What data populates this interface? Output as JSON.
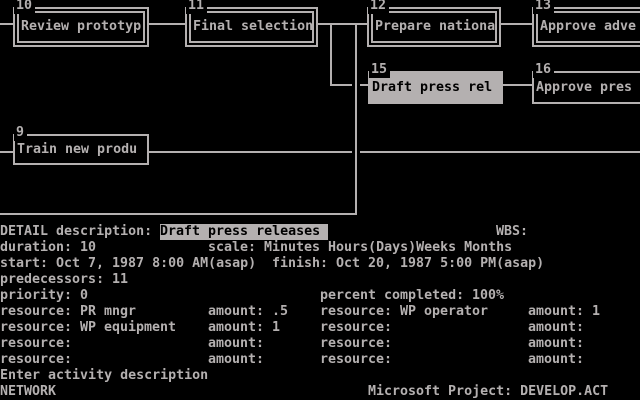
{
  "colors": {
    "foreground": "#b4b0b0",
    "background": "#000000",
    "highlight_bg": "#b4b0b0",
    "highlight_fg": "#000000"
  },
  "network": {
    "nodes": [
      {
        "id": "10",
        "label": "Review prototyp",
        "border": "double"
      },
      {
        "id": "11",
        "label": "Final selection",
        "border": "double"
      },
      {
        "id": "12",
        "label": "Prepare nationa",
        "border": "double"
      },
      {
        "id": "13",
        "label": "Approve adve",
        "border": "double"
      },
      {
        "id": "15",
        "label": "Draft press rel",
        "border": "single",
        "selected": true
      },
      {
        "id": "16",
        "label": "Approve pres",
        "border": "single"
      },
      {
        "id": "9",
        "label": "Train new produ",
        "border": "single"
      }
    ]
  },
  "detail": {
    "description_label": "DETAIL description:",
    "description_value": "Draft press releases",
    "wbs_label": "WBS:",
    "duration_label": "duration:",
    "duration_value": "10",
    "scale_label": "scale:",
    "scale_value": "Minutes Hours(Days)Weeks Months",
    "start_label": "start:",
    "start_value": "Oct 7, 1987 8:00 AM(asap)",
    "finish_label": "finish:",
    "finish_value": "Oct 20, 1987 5:00 PM(asap)",
    "predecessors_label": "predecessors:",
    "predecessors_value": "11",
    "priority_label": "priority:",
    "priority_value": "0",
    "percent_label": "percent completed:",
    "percent_value": "100%",
    "resource_label": "resource:",
    "amount_label": "amount:",
    "resources": [
      {
        "resource": "PR mngr",
        "amount": ".5",
        "resource2": "WP operator",
        "amount2": "1"
      },
      {
        "resource": "WP equipment",
        "amount": "1",
        "resource2": "",
        "amount2": ""
      },
      {
        "resource": "",
        "amount": "",
        "resource2": "",
        "amount2": ""
      },
      {
        "resource": "",
        "amount": "",
        "resource2": "",
        "amount2": ""
      }
    ]
  },
  "status": {
    "message": "Enter activity description",
    "view_name": "NETWORK",
    "app_title": "Microsoft Project: DEVELOP.ACT"
  }
}
